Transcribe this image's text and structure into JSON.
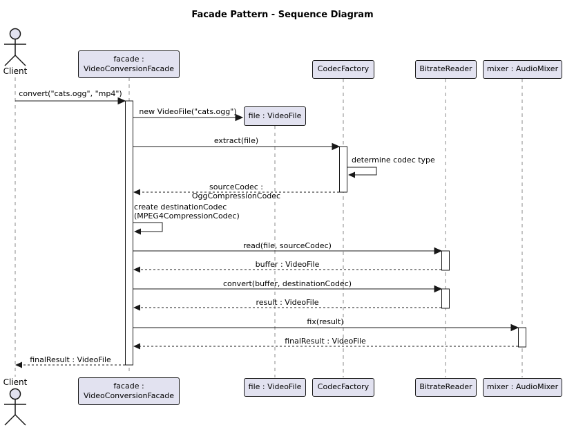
{
  "title": "Facade Pattern - Sequence Diagram",
  "actor": {
    "label": "Client"
  },
  "participants": {
    "facade": "facade :\nVideoConversionFacade",
    "file": "file : VideoFile",
    "codec_factory": "CodecFactory",
    "bitrate_reader": "BitrateReader",
    "mixer": "mixer : AudioMixer"
  },
  "messages": {
    "convert": "convert(\"cats.ogg\", \"mp4\")",
    "new_videofile": "new VideoFile(\"cats.ogg\")",
    "extract": "extract(file)",
    "determine": "determine codec type",
    "source_codec_return": "sourceCodec : OggCompressionCodec",
    "create_destination": "create destinationCodec\n(MPEG4CompressionCodec)",
    "read": "read(file, sourceCodec)",
    "buffer_return": "buffer : VideoFile",
    "convert_buffer": "convert(buffer, destinationCodec)",
    "result_return": "result : VideoFile",
    "fix": "fix(result)",
    "final_result_return": "finalResult : VideoFile",
    "final_result_client": "finalResult : VideoFile"
  },
  "colors": {
    "participant_fill": "#E2E2F0",
    "border": "#181818",
    "lifeline": "#8A8A8A"
  }
}
